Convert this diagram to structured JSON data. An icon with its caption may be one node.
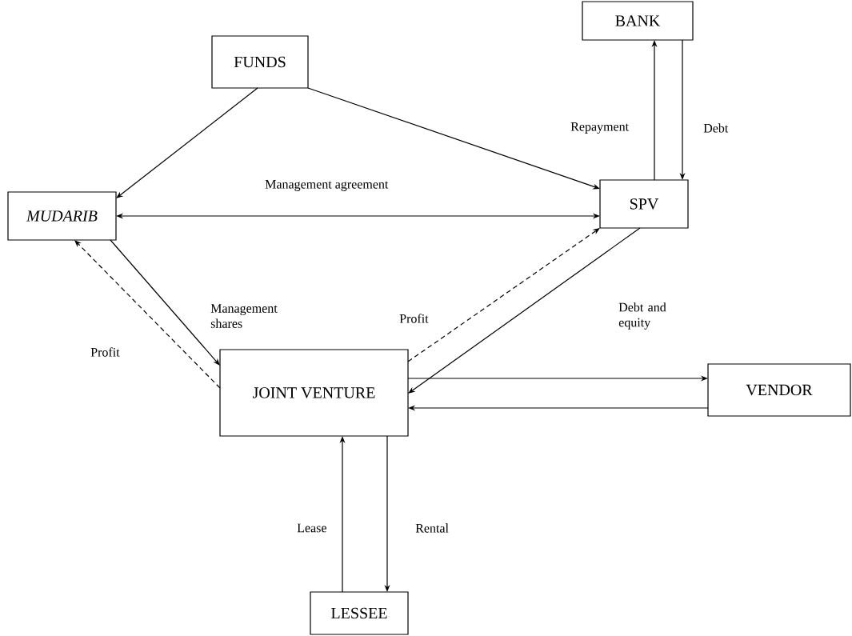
{
  "diagram": {
    "nodes": [
      {
        "text": [
          "FUNDS"
        ]
      },
      {
        "text": [
          "BANK"
        ]
      },
      {
        "text": [
          "*MUDARIB*"
        ]
      },
      {
        "text": [
          "SPV"
        ]
      },
      {
        "text": [
          "JOINT VENTURE"
        ]
      },
      {
        "text": [
          "VENDOR"
        ]
      },
      {
        "text": [
          "LESSEE"
        ]
      }
    ],
    "edges": [
      {
        "from": 0,
        "to": 2,
        "arrow": "to"
      },
      {
        "from": 0,
        "to": 3,
        "arrow": "to"
      },
      {
        "from": 3,
        "to": 1,
        "arrow": "to",
        "label": "Repayment"
      },
      {
        "from": 1,
        "to": 3,
        "arrow": "to",
        "label": "Debt"
      },
      {
        "from": 2,
        "to": 3,
        "arrow": "both",
        "label": "Management agreement"
      },
      {
        "from": 2,
        "to": 4,
        "arrow": "to",
        "label": "Management shares"
      },
      {
        "from": 4,
        "to": 2,
        "arrow": "to",
        "style": "dashed",
        "label": "Profit"
      },
      {
        "from": 4,
        "to": 3,
        "arrow": "to",
        "style": "dashed",
        "label": "Profit"
      },
      {
        "from": 3,
        "to": 4,
        "arrow": "to",
        "label": "Debt and equity"
      },
      {
        "from": 4,
        "to": 5,
        "arrow": "to"
      },
      {
        "from": 5,
        "to": 4,
        "arrow": "to"
      },
      {
        "from": 6,
        "to": 4,
        "arrow": "to",
        "label": "Lease"
      },
      {
        "from": 4,
        "to": 6,
        "arrow": "to",
        "label": "Rental"
      }
    ]
  }
}
